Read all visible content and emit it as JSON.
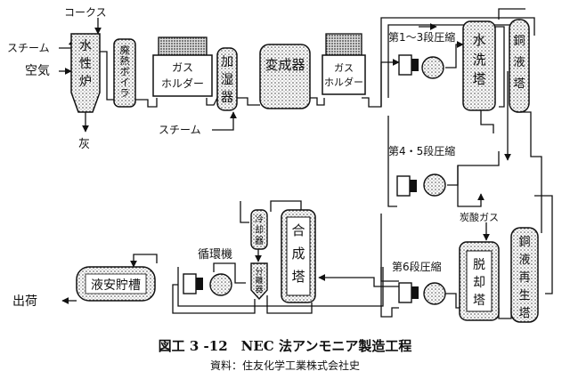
{
  "labels": {
    "coke": "コークス",
    "steam": "スチーム",
    "air": "空気",
    "ash": "灰",
    "furnace": "水性炉",
    "boiler": "廃熱ボイラー",
    "holder": "ガスホルダー",
    "humidifier": "加湿器",
    "converter": "変成器",
    "stage1to3": "第1～3段圧縮",
    "stage45": "第4・5段圧縮",
    "stage6": "第6段圧縮",
    "water_wash_tower": "水洗塔",
    "copper_liquor_tower": "銅液塔",
    "co2": "炭酸ガス",
    "stripper": "脱却塔",
    "copper_regen": "銅液再生塔",
    "synthesis": "合成塔",
    "cooler": "冷却器",
    "separator": "分離器",
    "circulator": "循環機",
    "storage": "液安貯槽",
    "shipment": "出荷"
  },
  "caption": {
    "title": "図工 3 -12　NEC 法アンモニア製造工程",
    "source": "資料：住友化学工業株式会社史"
  }
}
